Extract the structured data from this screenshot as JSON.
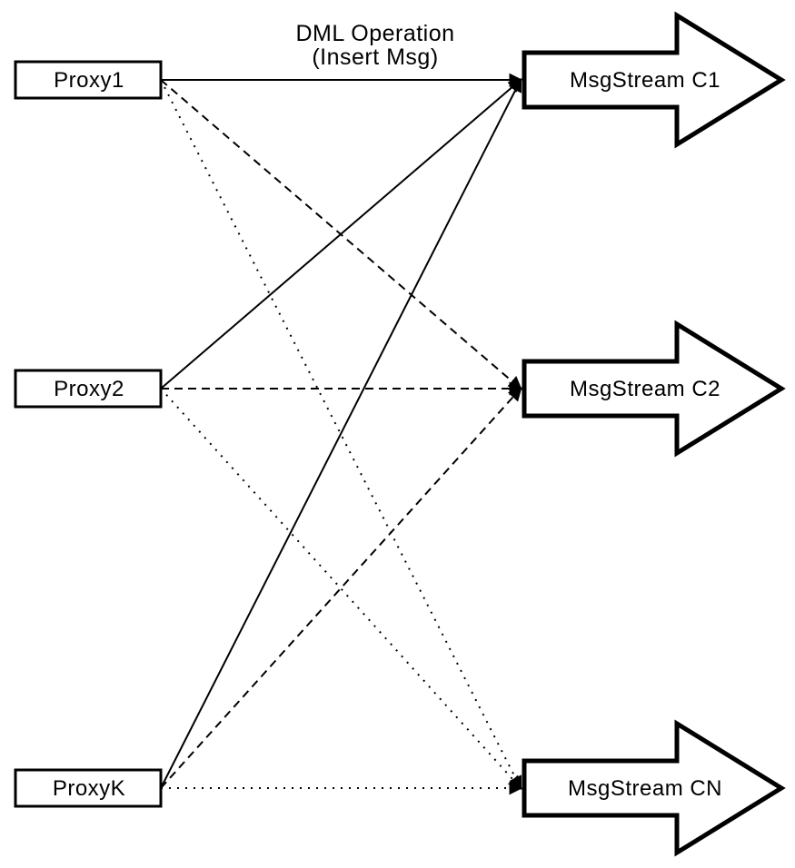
{
  "diagram": {
    "title": {
      "line1": "DML Operation",
      "line2": "(Insert Msg)"
    },
    "proxies": [
      {
        "id": "proxy1",
        "label": "Proxy1"
      },
      {
        "id": "proxy2",
        "label": "Proxy2"
      },
      {
        "id": "proxyk",
        "label": "ProxyK"
      }
    ],
    "streams": [
      {
        "id": "c1",
        "label": "MsgStream C1"
      },
      {
        "id": "c2",
        "label": "MsgStream C2"
      },
      {
        "id": "cn",
        "label": "MsgStream CN"
      }
    ],
    "edges": [
      {
        "from": "proxy1",
        "to": "c1",
        "style": "solid"
      },
      {
        "from": "proxy1",
        "to": "c2",
        "style": "dashed"
      },
      {
        "from": "proxy1",
        "to": "cn",
        "style": "dotted"
      },
      {
        "from": "proxy2",
        "to": "c1",
        "style": "solid"
      },
      {
        "from": "proxy2",
        "to": "c2",
        "style": "dashed"
      },
      {
        "from": "proxy2",
        "to": "cn",
        "style": "dotted"
      },
      {
        "from": "proxyk",
        "to": "c1",
        "style": "solid"
      },
      {
        "from": "proxyk",
        "to": "c2",
        "style": "dashed"
      },
      {
        "from": "proxyk",
        "to": "cn",
        "style": "dotted"
      }
    ],
    "colors": {
      "line": "#000000",
      "node_fill": "#ffffff",
      "background": "#ffffff"
    }
  }
}
